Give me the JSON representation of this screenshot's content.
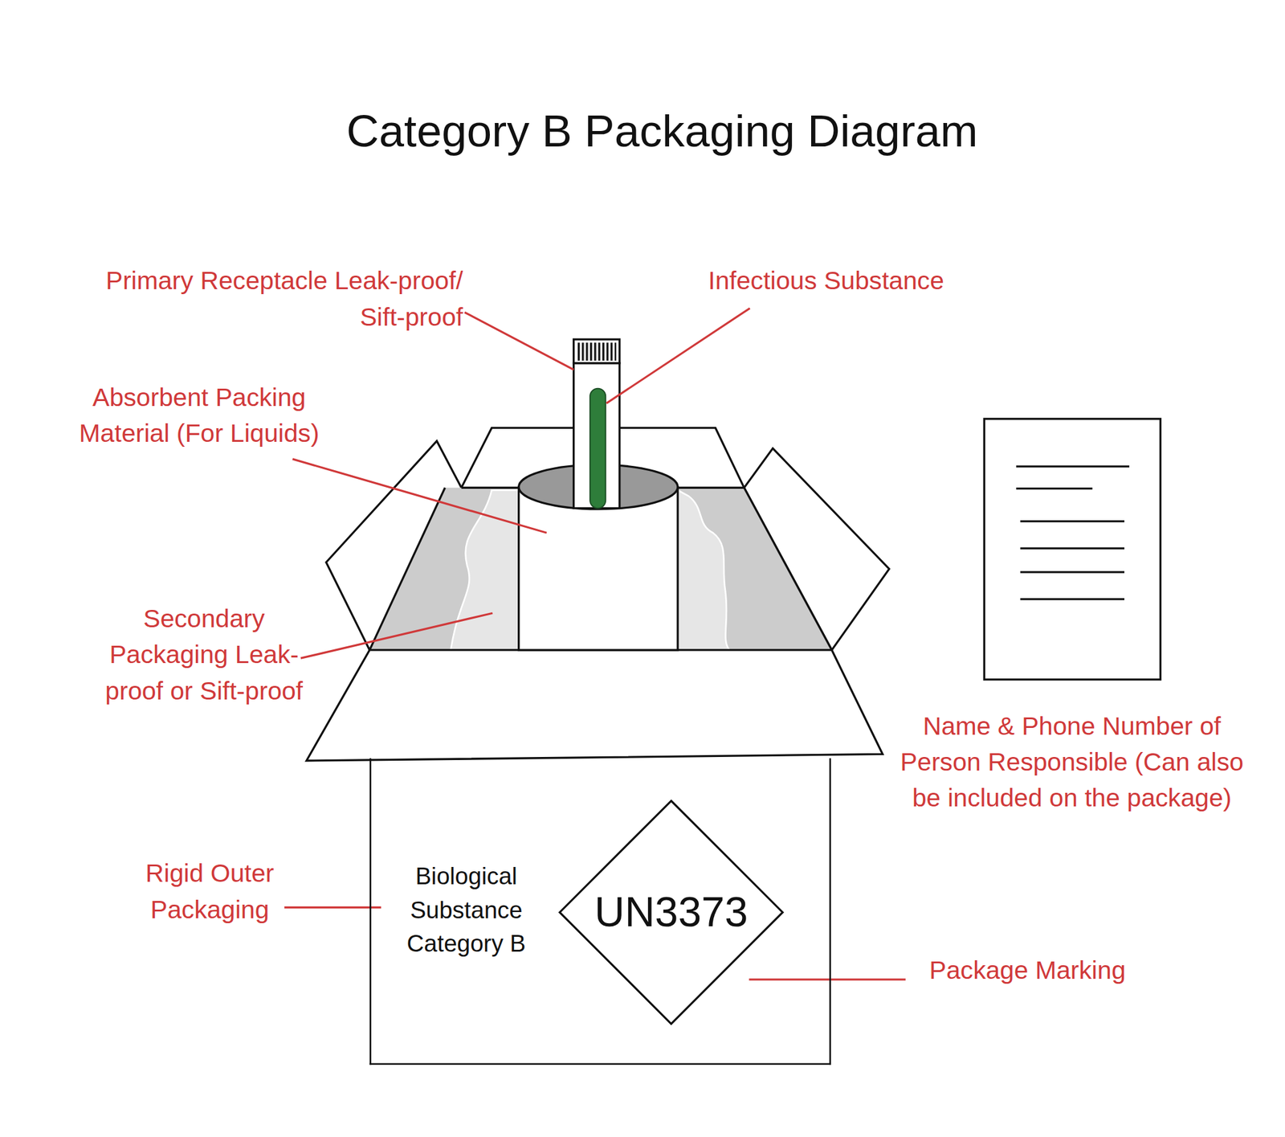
{
  "diagram": {
    "title": "Category B Packaging Diagram",
    "nodes": [
      {
        "text": [
          "Biological Substance Category B"
        ]
      },
      {
        "text": [
          "UN3373"
        ],
        "in": 0
      }
    ],
    "labels": [
      "Primary Receptacle Leak-proof/ Sift-proof",
      "Infectious Substance",
      "Absorbent Packing Material (For Liquids)",
      "Secondary Packaging Leak-proof or Sift-proof",
      "Rigid Outer Packaging",
      "Name & Phone Number of Person Responsible (Can also be included on the package)",
      "Package Marking"
    ]
  }
}
